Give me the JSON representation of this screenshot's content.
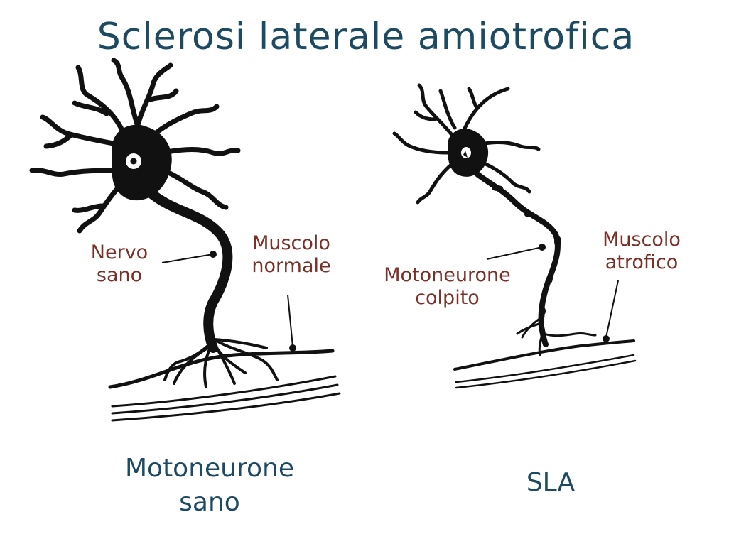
{
  "title": "Sclerosi laterale amiotrofica",
  "healthy": {
    "label_nerve_line1": "Nervo",
    "label_nerve_line2": "sano",
    "label_muscle_line1": "Muscolo",
    "label_muscle_line2": "normale",
    "caption_line1": "Motoneurone",
    "caption_line2": "sano"
  },
  "sla": {
    "label_neuron_line1": "Motoneurone",
    "label_neuron_line2": "colpito",
    "label_muscle_line1": "Muscolo",
    "label_muscle_line2": "atrofico",
    "caption": "SLA"
  },
  "colors": {
    "title": "#1d4a63",
    "label": "#7a2f27",
    "ink": "#111111"
  }
}
